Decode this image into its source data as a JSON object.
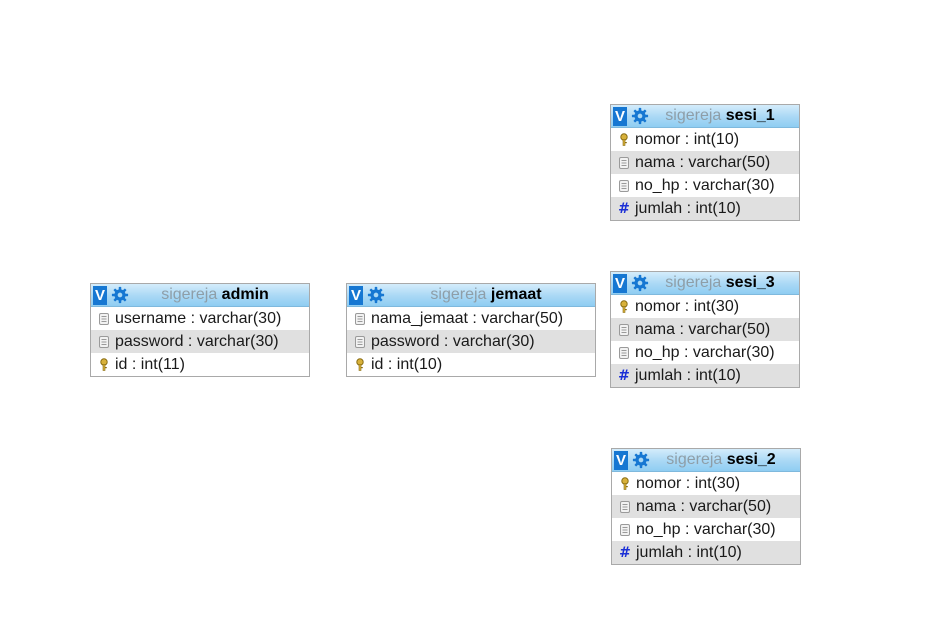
{
  "tables": {
    "admin": {
      "db": "sigereja",
      "name": "admin",
      "columns": [
        {
          "text": "username : varchar(30)",
          "icon": "field-icon"
        },
        {
          "text": "password : varchar(30)",
          "icon": "field-icon"
        },
        {
          "text": "id : int(11)",
          "icon": "key-icon"
        }
      ]
    },
    "jemaat": {
      "db": "sigereja",
      "name": "jemaat",
      "columns": [
        {
          "text": "nama_jemaat : varchar(50)",
          "icon": "field-icon"
        },
        {
          "text": "password : varchar(30)",
          "icon": "field-icon"
        },
        {
          "text": "id : int(10)",
          "icon": "key-icon"
        }
      ]
    },
    "sesi_1": {
      "db": "sigereja",
      "name": "sesi_1",
      "columns": [
        {
          "text": "nomor : int(10)",
          "icon": "key-icon"
        },
        {
          "text": "nama : varchar(50)",
          "icon": "field-icon"
        },
        {
          "text": "no_hp : varchar(30)",
          "icon": "field-icon"
        },
        {
          "text": "jumlah : int(10)",
          "icon": "number-icon"
        }
      ]
    },
    "sesi_3": {
      "db": "sigereja",
      "name": "sesi_3",
      "columns": [
        {
          "text": "nomor : int(30)",
          "icon": "key-icon"
        },
        {
          "text": "nama : varchar(50)",
          "icon": "field-icon"
        },
        {
          "text": "no_hp : varchar(30)",
          "icon": "field-icon"
        },
        {
          "text": "jumlah : int(10)",
          "icon": "number-icon"
        }
      ]
    },
    "sesi_2": {
      "db": "sigereja",
      "name": "sesi_2",
      "columns": [
        {
          "text": "nomor : int(30)",
          "icon": "key-icon"
        },
        {
          "text": "nama : varchar(50)",
          "icon": "field-icon"
        },
        {
          "text": "no_hp : varchar(30)",
          "icon": "field-icon"
        },
        {
          "text": "jumlah : int(10)",
          "icon": "number-icon"
        }
      ]
    }
  },
  "toggle_label": "V",
  "colors": {
    "header_light": "#d4ecfb",
    "header_dark": "#8fcdf2",
    "toggle": "#1677d2",
    "db_name": "#8e9ea8",
    "alt_row": "#e0e0e0",
    "number_icon": "#1b2fd6"
  }
}
